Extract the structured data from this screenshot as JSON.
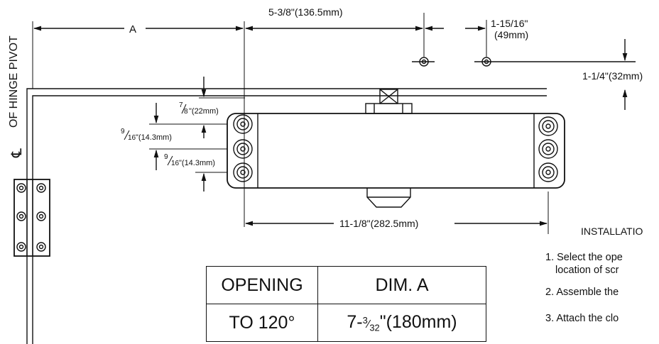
{
  "dimensions": {
    "a_label": "A",
    "offset_136": "5-3/8\"(136.5mm)",
    "offset_49_in": "1-15/16\"",
    "offset_49_mm": "(49mm)",
    "offset_32": "1-1/4\"(32mm)",
    "dim_22": "\"(22mm)",
    "dim_14a": "\"(14.3mm)",
    "dim_14b": "\"(14.3mm)",
    "length_282": "11-1/8\"(282.5mm)",
    "frac_78_num": "7",
    "frac_78_den": "8",
    "frac_916_num": "9",
    "frac_916_den": "16"
  },
  "hinge_pivot_label": "OF HINGE PIVOT",
  "centerline_symbol": "℄",
  "table": {
    "header_opening": "OPENING",
    "header_dim": "DIM. A",
    "row_opening": "TO 120°",
    "row_dim_whole": "7-",
    "row_dim_num": "3",
    "row_dim_den": "32",
    "row_dim_rest": "\"(180mm)"
  },
  "instructions": {
    "title": "INSTALLATIO",
    "step1_num": "1.",
    "step1_line1": "Select the ope",
    "step1_line2": "location of scr",
    "step2_num": "2.",
    "step2": "Assemble the",
    "step3_num": "3.",
    "step3": "Attach the clo"
  },
  "colors": {
    "line": "#111111",
    "background": "#ffffff"
  }
}
